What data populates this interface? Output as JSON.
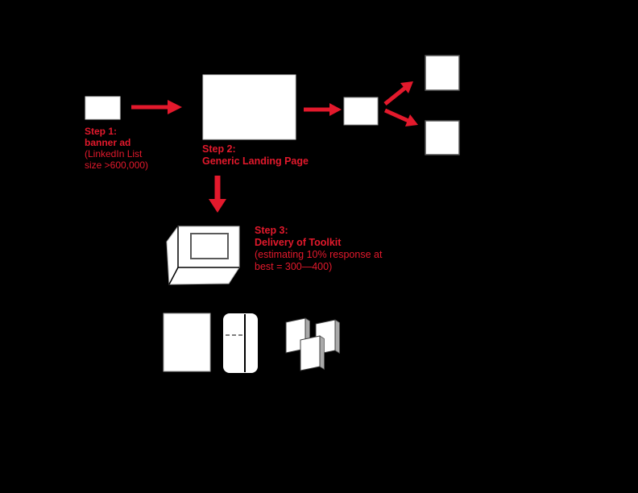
{
  "colors": {
    "background": "#000000",
    "accent_red": "#e3192c",
    "shape_fill": "#ffffff"
  },
  "steps": {
    "step1": {
      "title": "Step 1:",
      "name": "banner ad",
      "note1": "(LinkedIn List",
      "note2": "size >600,000)"
    },
    "step2": {
      "title": "Step 2:",
      "name": "Generic Landing Page"
    },
    "step3": {
      "title": "Step 3:",
      "name": "Delivery of Toolkit",
      "note1": "(estimating 10% response at",
      "note2": "best = 300—400)"
    }
  },
  "icons": {
    "banner_ad_box": "banner-ad-rectangle",
    "landing_page_box": "landing-page-rectangle",
    "split_node_box": "split-node-square",
    "outcome_top_box": "outcome-square-top",
    "outcome_bottom_box": "outcome-square-bottom",
    "toolkit_package": "3d-package-box",
    "sheet": "document-sheet",
    "bifold_card": "bifold-brochure",
    "booklets": "booklet-stack"
  }
}
